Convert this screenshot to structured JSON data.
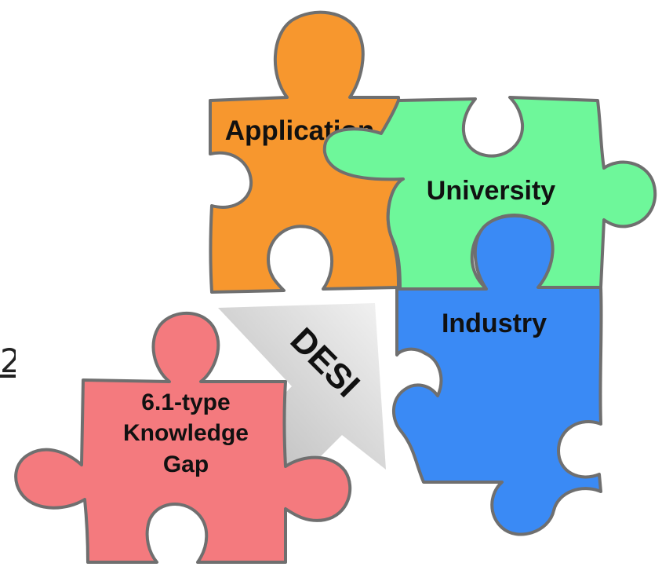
{
  "pieces": {
    "application": {
      "label": "Application",
      "fill": "#F7972E"
    },
    "university": {
      "label": "University",
      "fill": "#6EF79A"
    },
    "industry": {
      "label": "Industry",
      "fill": "#3A8AF5"
    },
    "knowledge_gap": {
      "lines": [
        "6.1-type",
        "Knowledge",
        "Gap"
      ],
      "fill": "#F47A7E"
    }
  },
  "arrow": {
    "label": "DESI",
    "gradient": [
      "#B9B9B9",
      "#F2F2F2"
    ]
  },
  "edge_text": "2",
  "outline_color": "#6F6F6F"
}
